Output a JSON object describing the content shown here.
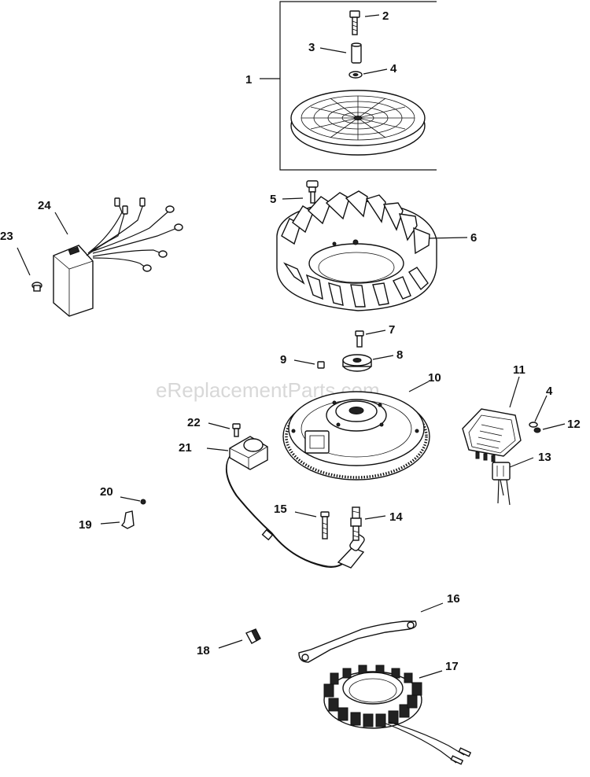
{
  "watermark": "eReplacementParts.com",
  "callouts": [
    "1",
    "2",
    "3",
    "4",
    "5",
    "6",
    "7",
    "8",
    "9",
    "10",
    "11",
    "4",
    "12",
    "13",
    "14",
    "15",
    "16",
    "17",
    "18",
    "19",
    "20",
    "21",
    "22",
    "23",
    "24"
  ]
}
